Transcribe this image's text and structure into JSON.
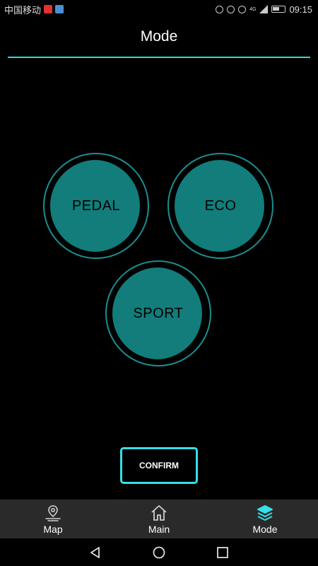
{
  "status_bar": {
    "carrier": "中国移动",
    "time": "09:15",
    "network": "4G"
  },
  "header": {
    "title": "Mode"
  },
  "modes": [
    {
      "label": "PEDAL"
    },
    {
      "label": "ECO"
    },
    {
      "label": "SPORT"
    }
  ],
  "confirm": {
    "label": "CONFIRM"
  },
  "bottom_nav": {
    "items": [
      {
        "label": "Map",
        "icon": "map-pin-icon"
      },
      {
        "label": "Main",
        "icon": "home-icon"
      },
      {
        "label": "Mode",
        "icon": "layers-icon",
        "active": true
      }
    ]
  },
  "colors": {
    "accent": "#35d6d6",
    "mode_fill": "#127d7a",
    "mode_ring": "#1a8f8f",
    "nav_background": "#2a2a2a",
    "active_icon": "#35e0e8"
  }
}
